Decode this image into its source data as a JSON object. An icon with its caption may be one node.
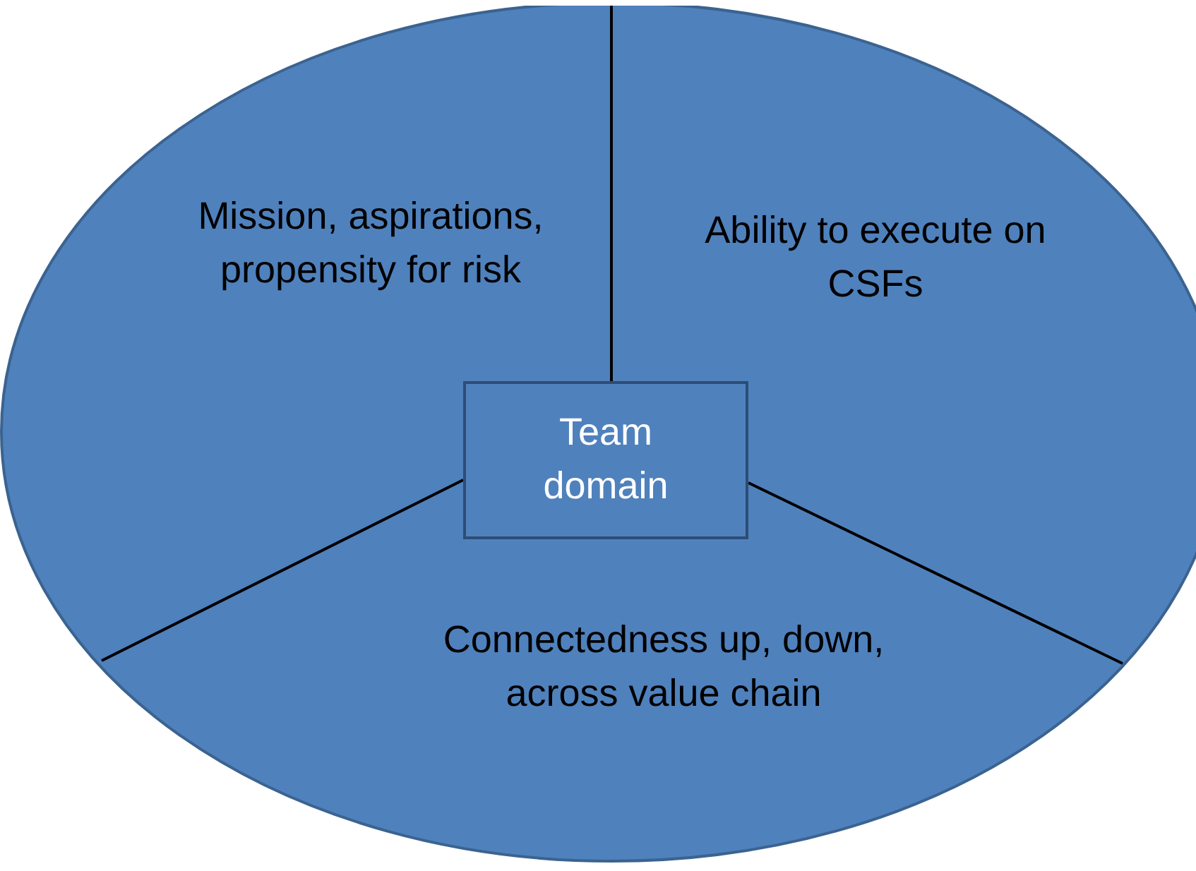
{
  "diagram": {
    "nodes": [
      {
        "text": [],
        "shape": "ellipse"
      },
      {
        "text": [
          "Mission, aspirations, propensity for risk"
        ],
        "in": 0
      },
      {
        "text": [
          "Ability to execute on CSFs"
        ],
        "in": 0
      },
      {
        "text": [
          "Team domain"
        ],
        "in": 0
      },
      {
        "text": [
          "Connectedness up, down, across value chain"
        ],
        "in": 0
      }
    ]
  }
}
